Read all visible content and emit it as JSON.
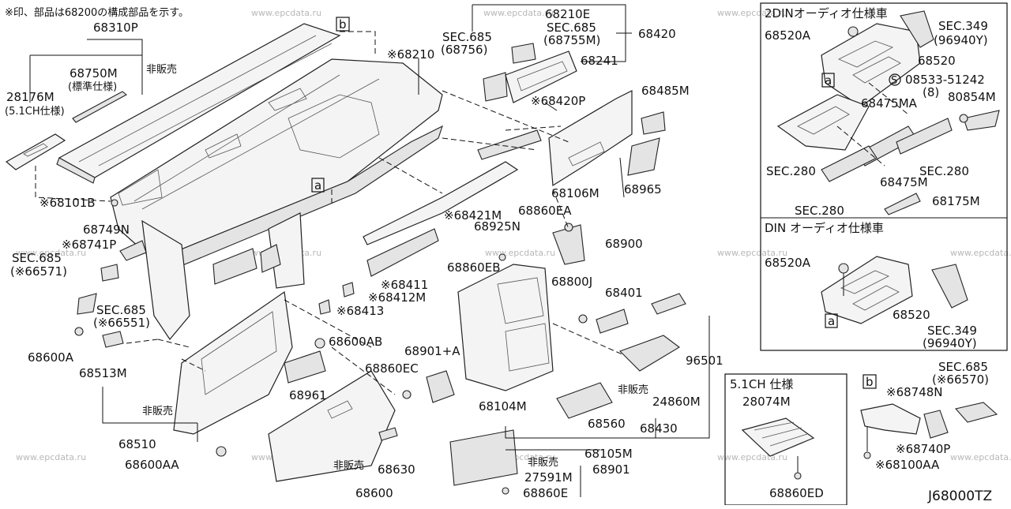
{
  "note": "※印、部品は68200の構成部品を示す。",
  "diagram_code": "J68000TZ",
  "watermark": "www.epcdata.ru",
  "labels": {
    "p68310P": "68310P",
    "p68750M": "68750M",
    "std_spec": "(標準仕様)",
    "not_sold_1": "非販売",
    "p28176M": "28176M",
    "ch51_spec": "(5.1CH仕様)",
    "p68101B": "※68101B",
    "p68210": "※68210",
    "b_ref_main": "b",
    "a_ref_main": "a",
    "p68210E": "68210E",
    "sec685_68755M_a": "SEC.685",
    "sec685_68755M_b": "(68755M)",
    "sec685_68756_a": "SEC.685",
    "sec685_68756_b": "(68756)",
    "p68420": "68420",
    "p68241": "68241",
    "p68420P": "※68420P",
    "p68485M": "68485M",
    "p68106M": "68106M",
    "p68965": "68965",
    "p68421M": "※68421M",
    "p68749N": "68749N",
    "p68741P": "※68741P",
    "sec685_66571_a": "SEC.685",
    "sec685_66571_b": "(※66571)",
    "sec685_66551_a": "SEC.685",
    "sec685_66551_b": "(※66551)",
    "p68600A": "68600A",
    "p68513M": "68513M",
    "p68510": "68510",
    "p68600AA": "68600AA",
    "not_sold_2": "非販売",
    "p68600AB": "68600AB",
    "p68961": "68961",
    "p68411": "※68411",
    "p68412M": "※68412M",
    "p68413": "※68413",
    "p68860EA": "68860EA",
    "p68925N": "68925N",
    "p68900": "68900",
    "p68860EB": "68860EB",
    "p68800J": "68800J",
    "p68401": "68401",
    "p96501": "96501",
    "p68901A": "68901+A",
    "p68860EC": "68860EC",
    "p68104M": "68104M",
    "not_sold_3": "非販売",
    "p24860M": "24860M",
    "p68560": "68560",
    "p68430": "68430",
    "p68105M": "68105M",
    "not_sold_4": "非販売",
    "p68630": "68630",
    "p68600": "68600",
    "not_sold_5": "非販売",
    "p27591M": "27591M",
    "p68901": "68901",
    "p68860E": "68860E"
  },
  "panel_2din": {
    "title": "2DINオーディオ仕様車",
    "p68520A": "68520A",
    "sec349_a": "SEC.349",
    "sec349_b": "(96940Y)",
    "p68520": "68520",
    "a_ref": "a",
    "screw_s": "S",
    "screw_part": "08533-51242",
    "screw_qty": "(8)",
    "p68475MA": "68475MA",
    "p80854M": "80854M",
    "sec280_1": "SEC.280",
    "sec280_2": "SEC.280",
    "sec280_3": "SEC.280",
    "p68475M": "68475M",
    "p68175M": "68175M"
  },
  "panel_din": {
    "title": "DIN オーディオ仕様車",
    "p68520A": "68520A",
    "p68520": "68520",
    "a_ref": "a",
    "sec349_a": "SEC.349",
    "sec349_b": "(96940Y)"
  },
  "panel_51ch": {
    "title": "5.1CH 仕様",
    "p28074M": "28074M",
    "p68860ED": "68860ED"
  },
  "panel_b": {
    "b_ref": "b",
    "sec685_a": "SEC.685",
    "sec685_b": "(※66570)",
    "p68748N": "※68748N",
    "p68740P": "※68740P",
    "p68100AA": "※68100AA"
  }
}
